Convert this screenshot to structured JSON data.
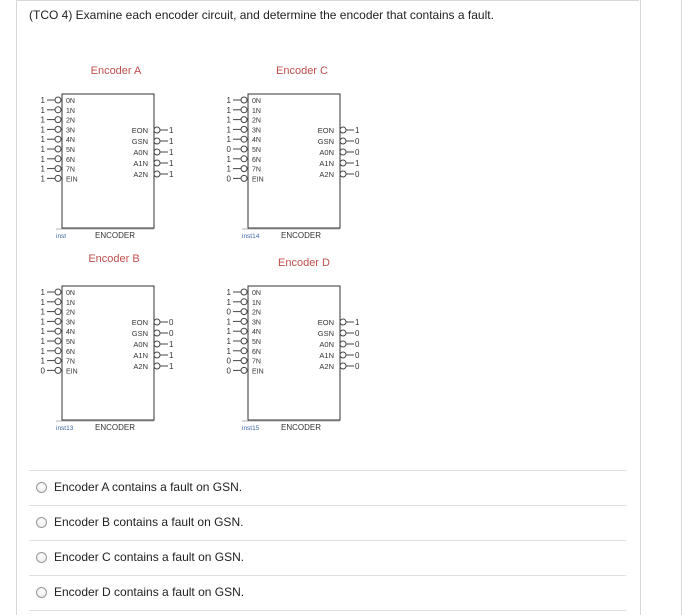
{
  "question": "(TCO 4) Examine each encoder circuit, and determine the encoder that contains a fault.",
  "colors": {
    "title": "#c0504d",
    "inst": "#3a6aa8",
    "wire": "#444444"
  },
  "encoders": [
    {
      "title": "Encoder A",
      "inst": "inst",
      "footer": "ENCODER",
      "inputs": [
        {
          "v": "1",
          "n": "0N"
        },
        {
          "v": "1",
          "n": "1N"
        },
        {
          "v": "1",
          "n": "2N"
        },
        {
          "v": "1",
          "n": "3N"
        },
        {
          "v": "1",
          "n": "4N"
        },
        {
          "v": "1",
          "n": "5N"
        },
        {
          "v": "1",
          "n": "6N"
        },
        {
          "v": "1",
          "n": "7N"
        },
        {
          "v": "1",
          "n": "EIN"
        }
      ],
      "outputs": [
        {
          "n": "EON",
          "v": "1"
        },
        {
          "n": "GSN",
          "v": "1"
        },
        {
          "n": "A0N",
          "v": "1"
        },
        {
          "n": "A1N",
          "v": "1"
        },
        {
          "n": "A2N",
          "v": "1"
        }
      ]
    },
    {
      "title": "Encoder C",
      "inst": "inst14",
      "footer": "ENCODER",
      "inputs": [
        {
          "v": "1",
          "n": "0N"
        },
        {
          "v": "1",
          "n": "1N"
        },
        {
          "v": "1",
          "n": "2N"
        },
        {
          "v": "1",
          "n": "3N"
        },
        {
          "v": "1",
          "n": "4N"
        },
        {
          "v": "0",
          "n": "5N"
        },
        {
          "v": "1",
          "n": "6N"
        },
        {
          "v": "1",
          "n": "7N"
        },
        {
          "v": "0",
          "n": "EIN"
        }
      ],
      "outputs": [
        {
          "n": "EON",
          "v": "1"
        },
        {
          "n": "GSN",
          "v": "0"
        },
        {
          "n": "A0N",
          "v": "0"
        },
        {
          "n": "A1N",
          "v": "1"
        },
        {
          "n": "A2N",
          "v": "0"
        }
      ]
    },
    {
      "title": "Encoder B",
      "inst": "inst13",
      "footer": "ENCODER",
      "inputs": [
        {
          "v": "1",
          "n": "0N"
        },
        {
          "v": "1",
          "n": "1N"
        },
        {
          "v": "1",
          "n": "2N"
        },
        {
          "v": "1",
          "n": "3N"
        },
        {
          "v": "1",
          "n": "4N"
        },
        {
          "v": "1",
          "n": "5N"
        },
        {
          "v": "1",
          "n": "6N"
        },
        {
          "v": "1",
          "n": "7N"
        },
        {
          "v": "0",
          "n": "EIN"
        }
      ],
      "outputs": [
        {
          "n": "EON",
          "v": "0"
        },
        {
          "n": "GSN",
          "v": "0"
        },
        {
          "n": "A0N",
          "v": "1"
        },
        {
          "n": "A1N",
          "v": "1"
        },
        {
          "n": "A2N",
          "v": "1"
        }
      ]
    },
    {
      "title": "Encoder D",
      "inst": "inst15",
      "footer": "ENCODER",
      "inputs": [
        {
          "v": "1",
          "n": "0N"
        },
        {
          "v": "1",
          "n": "1N"
        },
        {
          "v": "0",
          "n": "2N"
        },
        {
          "v": "1",
          "n": "3N"
        },
        {
          "v": "1",
          "n": "4N"
        },
        {
          "v": "1",
          "n": "5N"
        },
        {
          "v": "1",
          "n": "6N"
        },
        {
          "v": "0",
          "n": "7N"
        },
        {
          "v": "0",
          "n": "EIN"
        }
      ],
      "outputs": [
        {
          "n": "EON",
          "v": "1"
        },
        {
          "n": "GSN",
          "v": "0"
        },
        {
          "n": "A0N",
          "v": "0"
        },
        {
          "n": "A1N",
          "v": "0"
        },
        {
          "n": "A2N",
          "v": "0"
        }
      ]
    }
  ],
  "options": [
    "Encoder A contains a fault on GSN.",
    "Encoder B contains a fault on GSN.",
    "Encoder C contains a fault on GSN.",
    "Encoder D contains a fault on GSN."
  ]
}
